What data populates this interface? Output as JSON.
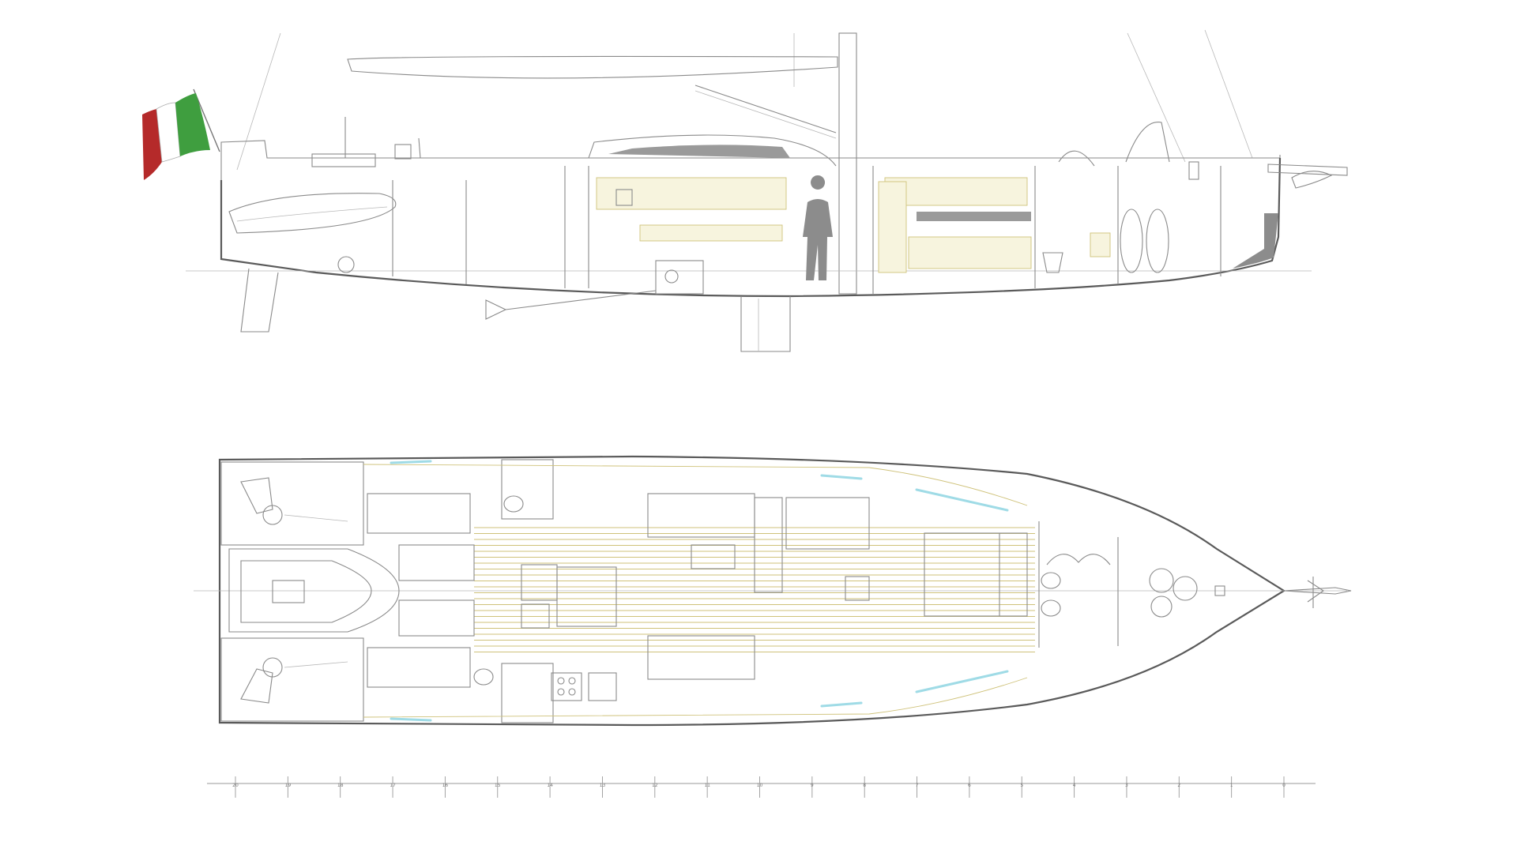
{
  "drawing": {
    "flag_colors": [
      "#b52a2a",
      "#ffffff",
      "#3f9e3f"
    ],
    "line_color": "#8a8a8a",
    "hull_color": "#5a5a5a",
    "wood_color": "#cfc27a",
    "glass_color": "#9fdbe6",
    "figure_color": "#8c8c8c"
  },
  "scale_bar": {
    "tick_count": 21,
    "labels": [
      "20",
      "19",
      "18",
      "17",
      "16",
      "15",
      "14",
      "13",
      "12",
      "11",
      "10",
      "9",
      "8",
      "7",
      "6",
      "5",
      "4",
      "3",
      "2",
      "1",
      "0"
    ]
  }
}
